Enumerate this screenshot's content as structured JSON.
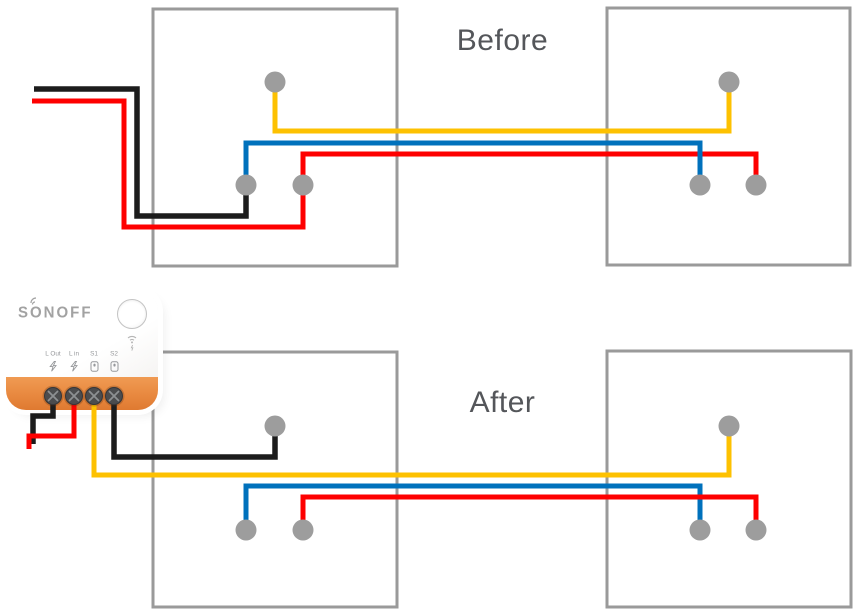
{
  "titles": {
    "before": "Before",
    "after": "After"
  },
  "device": {
    "brand": "SONOFF",
    "terminals": [
      {
        "label": "L Out",
        "icon": "lightning-icon"
      },
      {
        "label": "L in",
        "icon": "lightning-icon"
      },
      {
        "label": "S1",
        "icon": "switch-icon"
      },
      {
        "label": "S2",
        "icon": "switch-icon"
      }
    ]
  },
  "colors": {
    "wire_yellow": "#fdc101",
    "wire_blue": "#0071bc",
    "wire_red": "#fe0000",
    "wire_black": "#1c1c1c",
    "box_stroke": "#9a9a9a",
    "terminal_dot": "#9d9d9d",
    "device_orange": "#e8883f",
    "title_text": "#54565a"
  }
}
